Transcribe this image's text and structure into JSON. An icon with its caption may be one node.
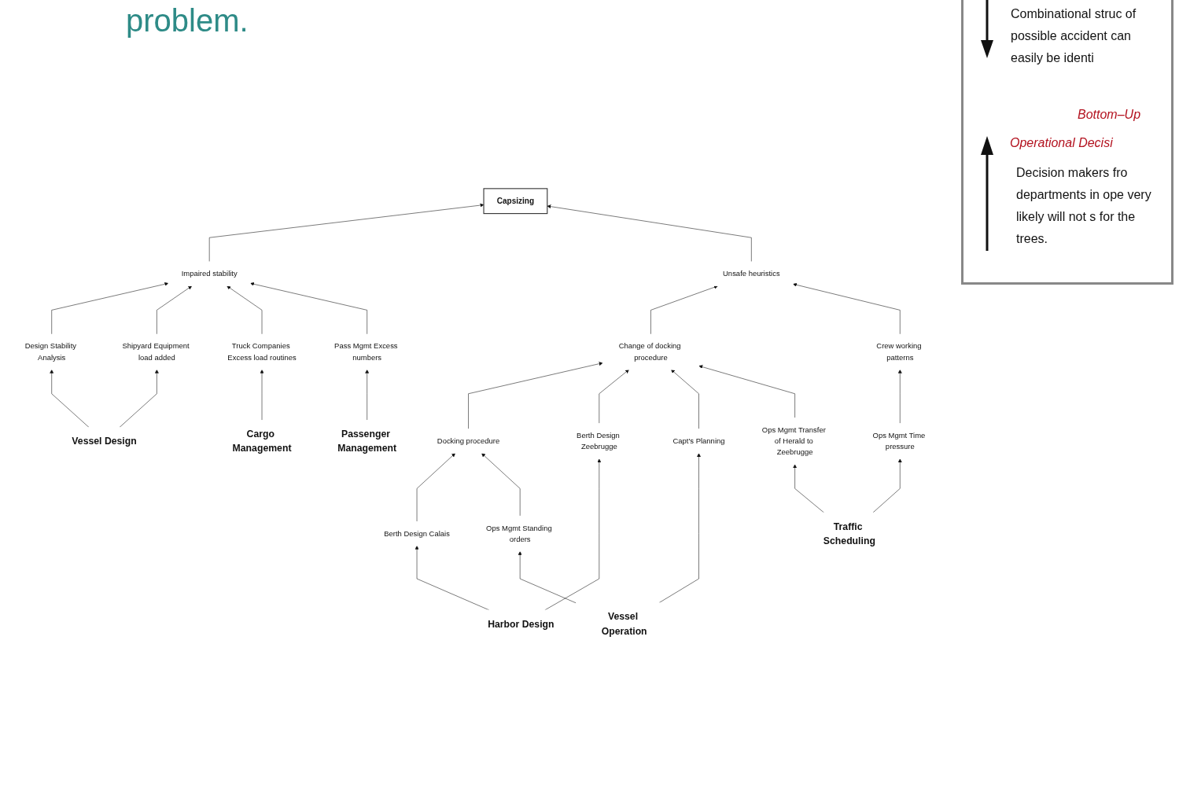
{
  "diagram": {
    "title": "problem.",
    "nodes": [
      {
        "text": [
          "Capsizing"
        ]
      },
      {
        "text": [
          "Unsafe heuristics"
        ]
      },
      {
        "text": [
          "Impaired stability"
        ]
      },
      {
        "text": [
          "Change of docking procedure"
        ]
      },
      {
        "text": [
          "Docking procedure"
        ]
      },
      {
        "text": [
          "Crew working patterns"
        ]
      },
      {
        "text": [
          "Berth Design Zeebrugge"
        ]
      },
      {
        "text": [
          "Design Stability Analysis"
        ]
      },
      {
        "text": [
          "Shipyard Equipment load added"
        ]
      },
      {
        "text": [
          "Pass Mgmt Excess numbers"
        ]
      },
      {
        "text": [
          "Capt's Planning"
        ]
      },
      {
        "text": [
          "Ops Mgmt Time pressure"
        ]
      },
      {
        "text": [
          "Truck Companies Excess load routines"
        ]
      },
      {
        "text": [
          "Ops Mgmt Transfer of Herald to Zeebrugge"
        ]
      },
      {
        "text": [
          "Berth Design Calais"
        ]
      },
      {
        "text": [
          "Ops Mgmt Standing orders"
        ]
      },
      {
        "text": [
          "Vessel Design"
        ]
      },
      {
        "text": [
          "Cargo Management"
        ]
      },
      {
        "text": [
          "Passenger Management"
        ]
      },
      {
        "text": [
          "Harbor Design"
        ]
      },
      {
        "text": [
          "Vessel Operation"
        ]
      },
      {
        "text": [
          "Traffic Scheduling"
        ]
      }
    ],
    "edges": [
      {
        "from": 2,
        "to": 0,
        "arrow": "to"
      },
      {
        "from": 1,
        "to": 0,
        "arrow": "to"
      },
      {
        "from": 3,
        "to": 1,
        "arrow": "to"
      },
      {
        "from": 5,
        "to": 1,
        "arrow": "to"
      },
      {
        "from": 7,
        "to": 2,
        "arrow": "to"
      },
      {
        "from": 8,
        "to": 2,
        "arrow": "to"
      },
      {
        "from": 12,
        "to": 2,
        "arrow": "to"
      },
      {
        "from": 9,
        "to": 2,
        "arrow": "to"
      },
      {
        "from": 4,
        "to": 3,
        "arrow": "to"
      },
      {
        "from": 6,
        "to": 3,
        "arrow": "to"
      },
      {
        "from": 10,
        "to": 3,
        "arrow": "to"
      },
      {
        "from": 13,
        "to": 3,
        "arrow": "to"
      },
      {
        "from": 11,
        "to": 5,
        "arrow": "to"
      },
      {
        "from": 14,
        "to": 4,
        "arrow": "to"
      },
      {
        "from": 15,
        "to": 4,
        "arrow": "to"
      },
      {
        "from": 16,
        "to": 7,
        "arrow": "to"
      },
      {
        "from": 16,
        "to": 8,
        "arrow": "to"
      },
      {
        "from": 17,
        "to": 12,
        "arrow": "to"
      },
      {
        "from": 18,
        "to": 9,
        "arrow": "to"
      },
      {
        "from": 19,
        "to": 14,
        "arrow": "to"
      },
      {
        "from": 19,
        "to": 6,
        "arrow": "to"
      },
      {
        "from": 20,
        "to": 15,
        "arrow": "to"
      },
      {
        "from": 20,
        "to": 10,
        "arrow": "to"
      },
      {
        "from": 21,
        "to": 13,
        "arrow": "to"
      },
      {
        "from": 21,
        "to": 11,
        "arrow": "to"
      }
    ],
    "labels": [
      "Combinational struc of possible accident can easily be identi",
      "Bottom–Up",
      "Operational Decisi",
      "Decision makers fro departments in ope very likely will not s for the trees."
    ]
  }
}
